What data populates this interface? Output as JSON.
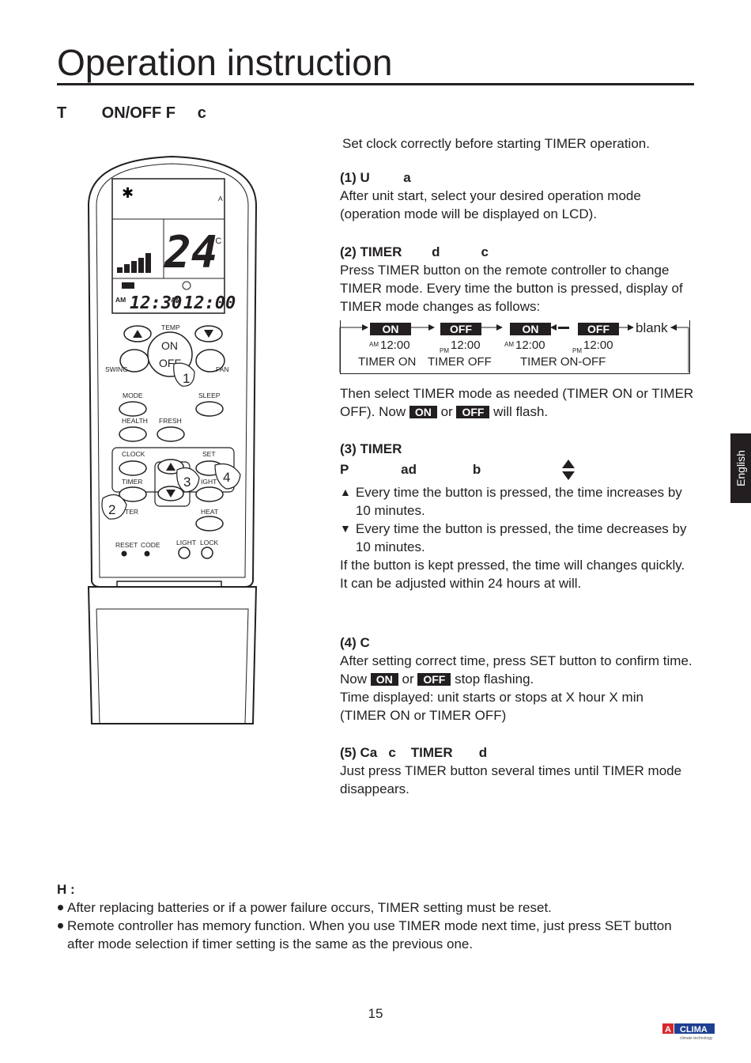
{
  "page_title": "Operation instruction",
  "section_title": "T        ON/OFF F     c",
  "intro": "Set clock correctly before starting TIMER operation.",
  "step1": {
    "heading": "(1) U         a",
    "body": "After unit start, select your desired operation mode (operation mode will be displayed on LCD)."
  },
  "step2": {
    "heading": "(2) TIMER        d           c",
    "body": "Press TIMER button on the remote controller to change TIMER mode. Every time the button is pressed, display of TIMER mode changes as follows:"
  },
  "timer_flow": {
    "tags": [
      "ON",
      "OFF",
      "ON",
      "OFF"
    ],
    "end_label": "blank",
    "times": [
      {
        "ampm": "AM",
        "time": "12:00"
      },
      {
        "ampm": "PM",
        "time": "12:00"
      },
      {
        "ampm": "AM",
        "time": "12:00"
      },
      {
        "ampm": "PM",
        "time": "12:00"
      }
    ],
    "captions": [
      "TIMER ON",
      "TIMER OFF",
      "TIMER ON-OFF"
    ]
  },
  "step2_after": {
    "part1": "Then select TIMER mode as needed (TIMER ON or TIMER OFF). Now",
    "tag_on": "ON",
    "or": "or",
    "tag_off": "OFF",
    "part2": "will flash."
  },
  "step3": {
    "heading": "(3) TIMER",
    "subheading": "P              ad               b",
    "up_text": "Every time the button is pressed, the time increases by 10 minutes.",
    "down_text": "Every time the button is pressed, the time decreases by 10 minutes.",
    "hold_text": "If the button is kept pressed, the time will changes quickly.",
    "range_text": "It can be adjusted within 24 hours at will."
  },
  "step4": {
    "heading": "(4) C",
    "part1": "After setting correct time, press SET button to confirm time. Now",
    "tag_on": "ON",
    "or": "or",
    "tag_off": "OFF",
    "part2": "stop flashing.",
    "line2": "Time displayed: unit starts or stops at X hour X min",
    "line3": "(TIMER ON or TIMER OFF)"
  },
  "step5": {
    "heading": "(5) Ca   c    TIMER       d",
    "body": "Just press TIMER button several times until TIMER mode disappears."
  },
  "side_tab": "English",
  "notes": {
    "heading": "H     :",
    "items": [
      "After replacing batteries or if a power failure occurs, TIMER setting must be reset.",
      "Remote controller has memory function. When you use TIMER mode next time, just press SET button after mode selection if timer setting is the same as the previous one."
    ]
  },
  "page_number": "15",
  "brand": {
    "logo_letter": "A",
    "name": "CLIMA",
    "tagline": "climate technology",
    "color": "#d7262d",
    "color2": "#1f3f93"
  },
  "remote": {
    "lcd": {
      "temp": "24",
      "unit": "°C",
      "clock1_ampm": "AM",
      "clock1": "12:30",
      "clock2_ampm": "AM",
      "clock2": "12:00",
      "corner": "A"
    },
    "buttons": {
      "temp": "TEMP",
      "on": "ON",
      "off": "OFF",
      "swing": "SWING",
      "fan": "FAN",
      "mode": "MODE",
      "sleep": "SLEEP",
      "health": "HEALTH",
      "fresh": "FRESH",
      "clock": "CLOCK",
      "set": "SET",
      "timer": "TIMER",
      "light_partial": "IGHT",
      "filter_partial": "TER",
      "heat": "HEAT",
      "reset": "RESET",
      "code": "CODE",
      "light": "LIGHT",
      "lock": "LOCK"
    },
    "callouts": [
      "1",
      "2",
      "3",
      "4"
    ]
  }
}
